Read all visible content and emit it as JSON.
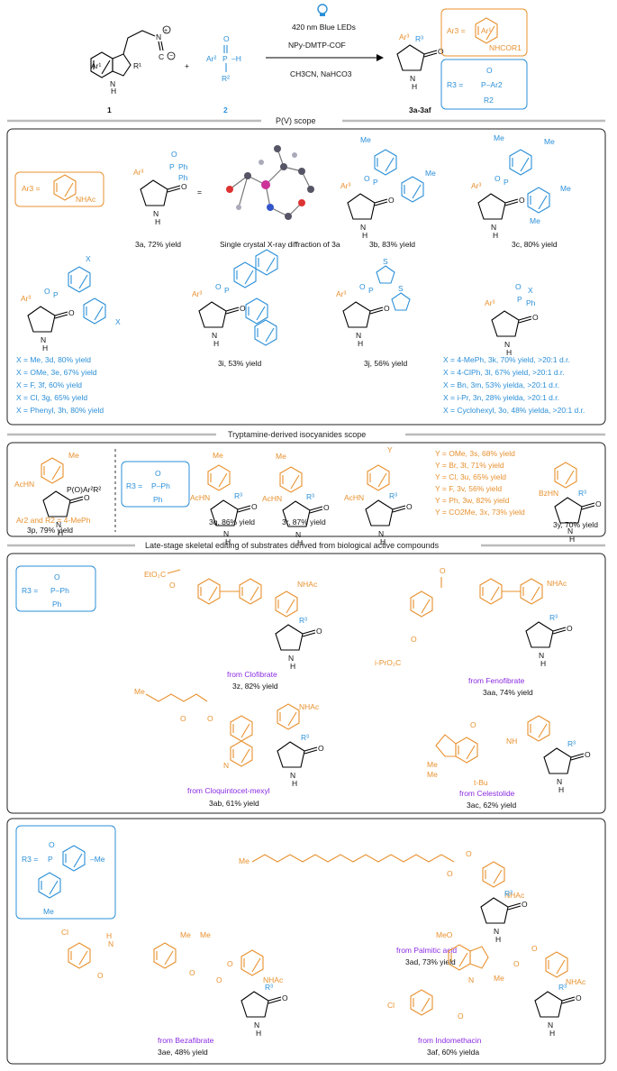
{
  "header": {
    "cond_light": "420 nm Blue LEDs",
    "cond_cat": "NPy-DMTP-COF",
    "cond_solv": "CH3CN, NaHCO3",
    "reactant1": "1",
    "reactant2": "2",
    "product": "3a-3af",
    "ar3_def": "Ar3 =",
    "ar3_sub": "NHCOR1",
    "r3_def": "R3 =",
    "r3_sub": "P–Ar2",
    "r3_r2": "R2"
  },
  "sections": {
    "pv": "P(V) scope",
    "tryp": "Tryptamine-derived isocyanides scope",
    "late": "Late-stage skeletal editing of substrates derived from biological active compounds"
  },
  "pv": {
    "ar3_box": "Ar3 =",
    "ar3_box_sub": "NHAc",
    "c3a": "3a, 72% yield",
    "xray": "Single crystal X-ray diffraction of 3a",
    "c3b": "3b, 83% yield",
    "c3c": "3c, 80% yield",
    "c3i": "3i, 53% yield",
    "c3j": "3j, 56% yield",
    "x_list_left": [
      "X = Me, 3d, 80% yield",
      "X = OMe, 3e, 67% yield",
      "X = F, 3f, 60% yield",
      "X = Cl, 3g, 65% yield",
      "X = Phenyl, 3h, 80% yield"
    ],
    "x_list_right": [
      "X = 4-MePh, 3k, 70% yield, >20:1 d.r.",
      "X = 4-ClPh, 3l, 67% yield, >20:1 d.r.",
      "X = Bn, 3m, 53% yielda, >20:1 d.r.",
      "X = i-Pr, 3n, 28% yielda, >20:1 d.r.",
      "X = Cyclohexyl, 3o, 48% yielda, >20:1 d.r."
    ]
  },
  "tryp": {
    "c3p_sub": "Ar2 and R2 = 4-MePh",
    "c3p": "3p, 79% yield",
    "r3_box": "R3 =",
    "c3q": "3q, 86% yield",
    "c3r": "3r, 87% yield",
    "y_list": [
      "Y = OMe, 3s, 68% yield",
      "Y = Br, 3t, 71% yield",
      "Y = Cl, 3u, 65% yield",
      "Y = F, 3v, 56% yield",
      "Y = Ph, 3w, 82% yield",
      "Y = CO2Me, 3x, 73% yield"
    ],
    "c3y": "3y, 70% yield"
  },
  "late": {
    "r3_box": "R3 =",
    "clofibrate": "from Clofibrate",
    "c3z": "3z, 82% yield",
    "fenofibrate": "from Fenofibrate",
    "c3aa": "3aa, 74% yield",
    "cloquintocet": "from Cloquintocet-mexyl",
    "c3ab": "3ab, 61% yield",
    "celestolide": "from Celestolide",
    "c3ac": "3ac, 62% yield"
  },
  "last": {
    "r3_box": "R3 =",
    "palmitic": "from Palmitic acid",
    "c3ad": "3ad, 73% yield",
    "bezafibrate": "from Bezafibrate",
    "c3ae": "3ae, 48% yield",
    "indomethacin": "from Indomethacin",
    "c3af": "3af, 60% yielda"
  },
  "colors": {
    "aryl_accent": "#e8912f",
    "phosphorus_accent": "#2b8fd8",
    "source_label": "#8a2be2"
  }
}
